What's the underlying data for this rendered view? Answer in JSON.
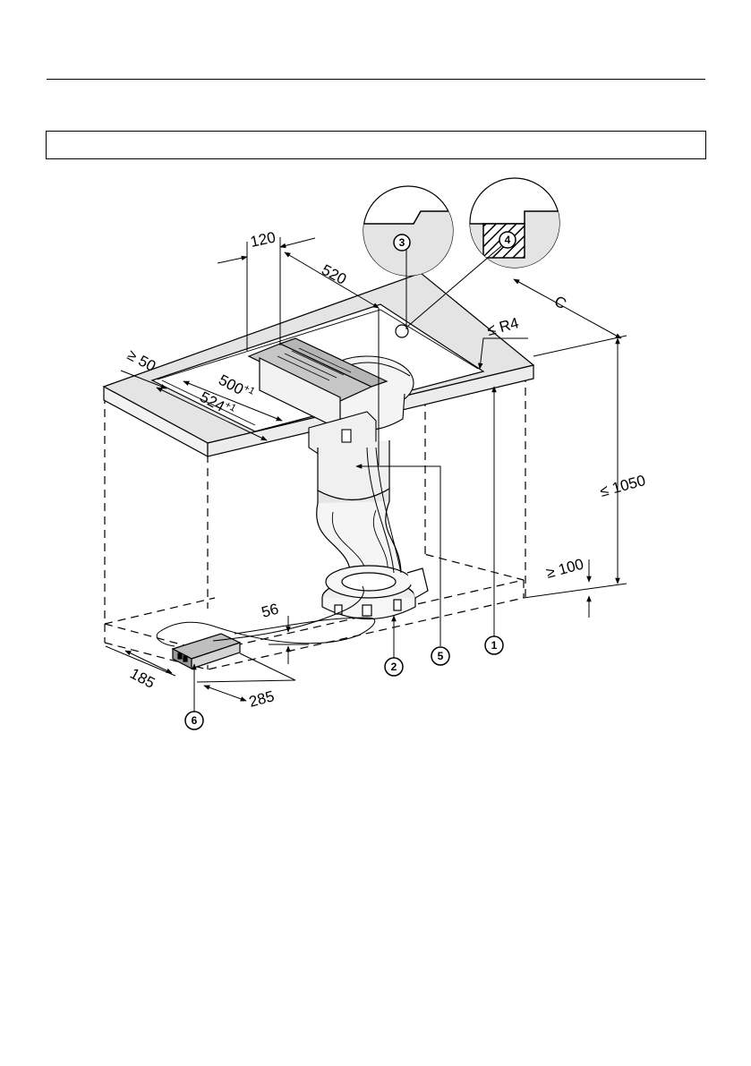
{
  "dimensions": {
    "d120": "120",
    "d520": "520",
    "d50": "≥ 50",
    "d500": "500",
    "d500_sup": "+1",
    "d524": "524",
    "d524_sup": "+1",
    "dC": "C",
    "dR4": "≤ R4",
    "d1050": "≤ 1050",
    "d100": "≥ 100",
    "d56": "56",
    "d185": "185",
    "d285": "285"
  },
  "callouts": {
    "c1": "1",
    "c2": "2",
    "c3": "3",
    "c4": "4",
    "c5": "5",
    "c6": "6"
  },
  "colors": {
    "worktop": "#e4e4e4",
    "hob_strip": "#c6c6c6",
    "duct": "#f0f0f0",
    "line": "#000000"
  }
}
